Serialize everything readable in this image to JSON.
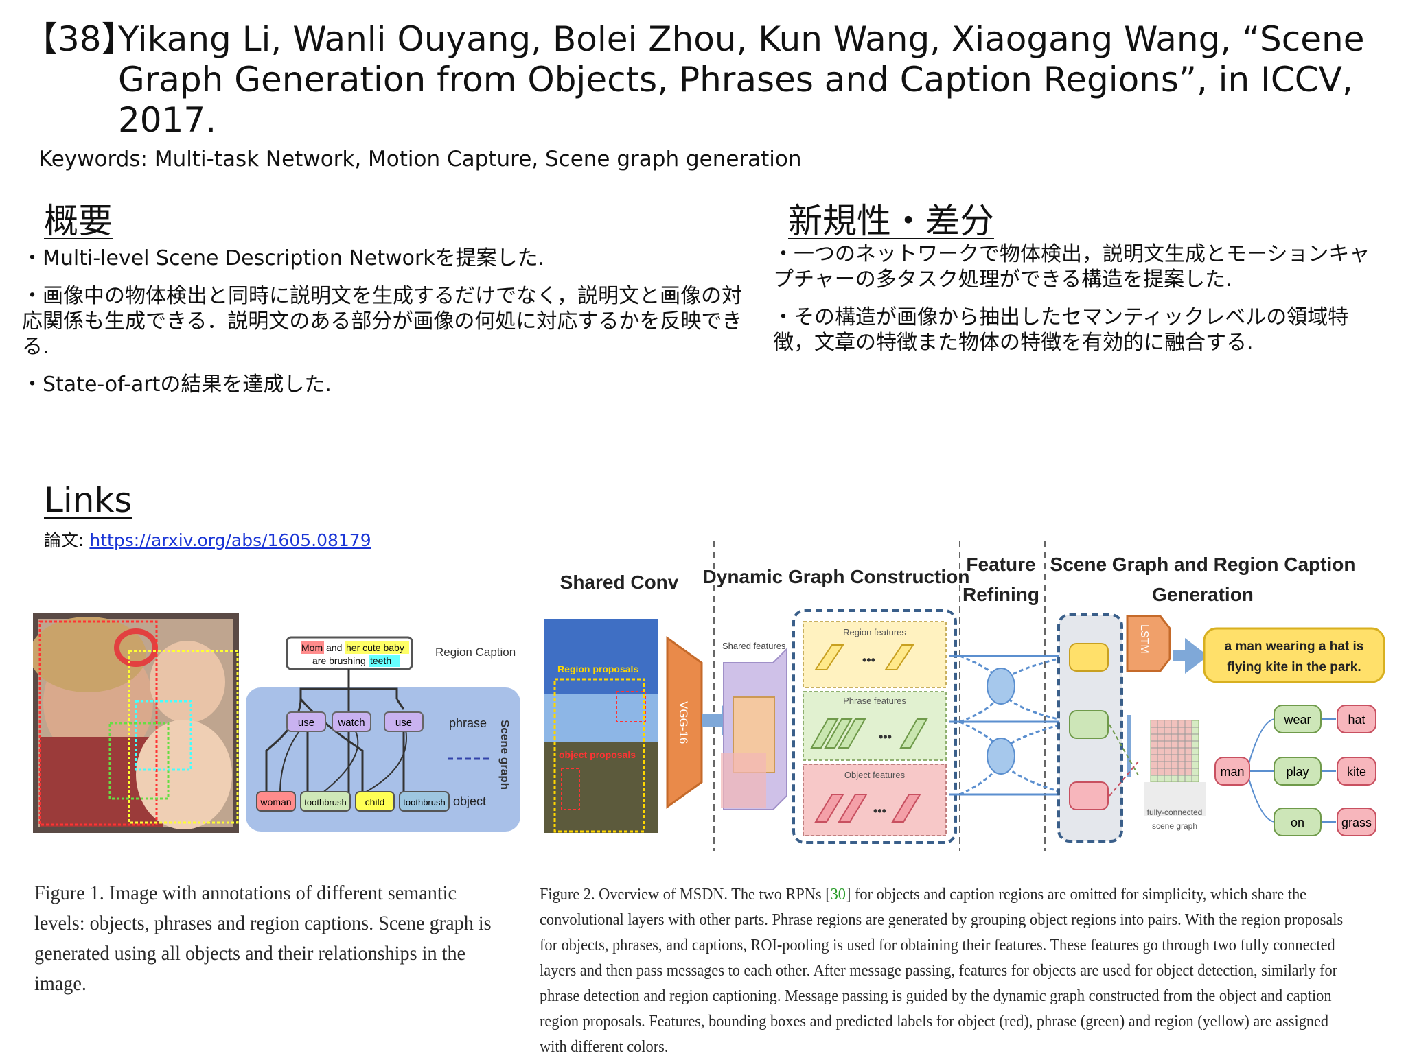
{
  "reference": {
    "number": "【38】",
    "text": "Yikang Li, Wanli Ouyang, Bolei Zhou, Kun Wang, Xiaogang Wang, “Scene Graph Generation from Objects, Phrases and Caption Regions”, in ICCV, 2017."
  },
  "keywords": "Keywords: Multi-task Network, Motion Capture, Scene graph generation",
  "summary": {
    "heading": "概要",
    "bullets": [
      "・Multi-level Scene Description Networkを提案した.",
      "・画像中の物体検出と同時に説明文を生成するだけでなく，説明文と画像の対応関係も生成できる．説明文のある部分が画像の何処に対応するかを反映できる.",
      "・State-of-artの結果を達成した."
    ]
  },
  "novelty": {
    "heading": "新規性・差分",
    "bullets": [
      "・一つのネットワークで物体検出，説明文生成とモーションキャプチャーの多タスク処理ができる構造を提案した.",
      "・その構造が画像から抽出したセマンティックレベルの領域特徴，文章の特徴また物体の特徴を有効的に融合する."
    ]
  },
  "links": {
    "heading": "Links",
    "paper_label": "論文: ",
    "paper_url": "https://arxiv.org/abs/1605.08179"
  },
  "figure1": {
    "caption_words": {
      "mom": "Mom",
      "and": "and",
      "her_cute_baby": "her cute baby",
      "are_brushing": "are brushing",
      "teeth": "teeth"
    },
    "region_caption_label": "Region Caption",
    "phrase_label": "phrase",
    "object_label": "object",
    "scene_graph_label": "Scene graph",
    "phrases": [
      "use",
      "watch",
      "use"
    ],
    "objects": [
      "woman",
      "toothbrush",
      "child",
      "toothbrush"
    ],
    "caption": "Figure 1. Image with annotations of different semantic levels: objects, phrases and region captions. Scene graph is generated using all objects and their relationships in the image."
  },
  "figure2": {
    "headings": {
      "shared_conv": "Shared Conv",
      "dynamic_graph": "Dynamic Graph Construction",
      "feature_refining_1": "Feature",
      "feature_refining_2": "Refining",
      "scene_graph_1": "Scene Graph and Region Caption",
      "scene_graph_2": "Generation"
    },
    "region_proposals": "Region proposals",
    "object_proposals": "object proposals",
    "vgg": "VGG-16",
    "shared_features": "Shared features",
    "region_features": "Region features",
    "phrase_features": "Phrase features",
    "object_features": "Object features",
    "dots": "•••",
    "lstm": "LSTM",
    "caption_output_1": "a man wearing a hat is",
    "caption_output_2": "flying kite in the park.",
    "fc_graph_1": "fully-connected",
    "fc_graph_2": "scene graph",
    "graph_subject": "man",
    "graph_predicates": [
      "wear",
      "play",
      "on"
    ],
    "graph_objects": [
      "hat",
      "kite",
      "grass"
    ],
    "caption_before_cite": "Figure 2. Overview of MSDN. The two RPNs [",
    "caption_cite": "30",
    "caption_after_cite": "] for objects and caption regions are omitted for simplicity, which share the convolutional layers with other parts. Phrase regions are generated by grouping object regions into pairs. With the region proposals for objects, phrases, and captions, ROI-pooling is used for obtaining their features. These features go through two fully connected layers and then pass messages to each other. After message passing, features for objects are used for object detection, similarly for phrase detection and region captioning. Message passing is guided by the dynamic graph constructed from the object and caption region proposals. Features, bounding boxes and predicted labels for object (red), phrase (green) and region (yellow) are assigned with different colors."
  }
}
